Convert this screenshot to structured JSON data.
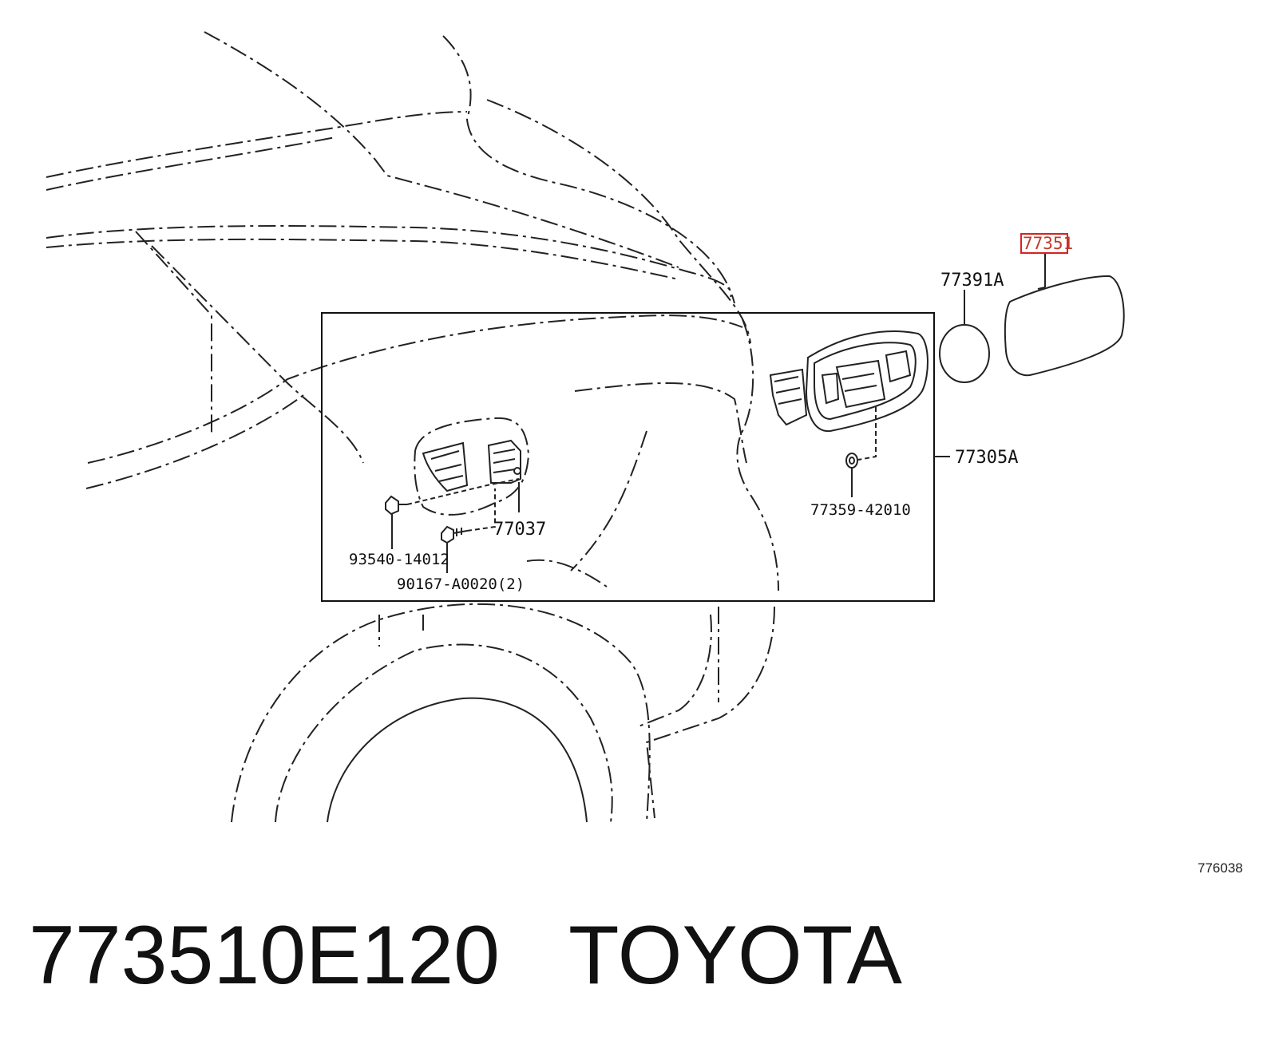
{
  "diagram": {
    "callouts": {
      "fuel_lid": "77351",
      "gasket": "77391A",
      "lid_assembly": "77305A",
      "grommet": "77359-42010",
      "opener_motor": "77037",
      "clip": "93540-14012",
      "screw": "90167-A0020(2)"
    },
    "diagram_id": "776038"
  },
  "caption": {
    "part_number": "773510E120",
    "brand": "TOYOTA"
  },
  "colors": {
    "line": "#222222",
    "highlight": "#d62222"
  }
}
